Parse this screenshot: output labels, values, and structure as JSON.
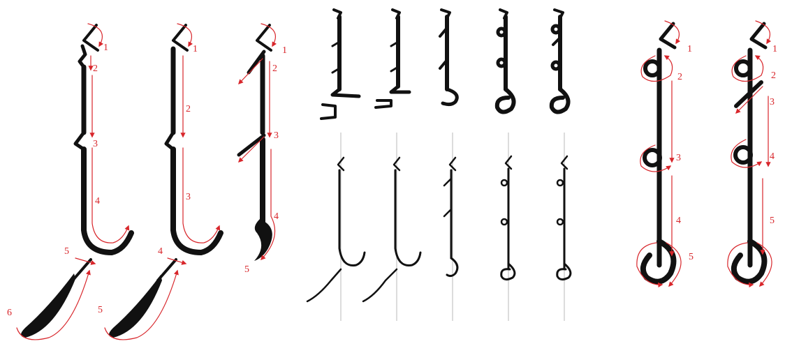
{
  "colors": {
    "ink": "#111111",
    "stroke_order": "#d8262b",
    "guide": "#c4c4c4",
    "background": "#ffffff"
  },
  "panels": [
    {
      "group": "stroke-order-left",
      "labels": [
        "1",
        "2",
        "3",
        "4",
        "5",
        "6"
      ]
    },
    {
      "group": "stroke-order-left",
      "labels": [
        "1",
        "2",
        "3",
        "4",
        "5"
      ]
    },
    {
      "group": "stroke-order-left",
      "labels": [
        "1",
        "2",
        "3",
        "4",
        "5"
      ]
    },
    {
      "group": "stroke-order-right",
      "labels": [
        "1",
        "2",
        "3",
        "4",
        "5"
      ]
    },
    {
      "group": "stroke-order-right",
      "labels": [
        "1",
        "2",
        "3",
        "4",
        "5"
      ]
    }
  ]
}
